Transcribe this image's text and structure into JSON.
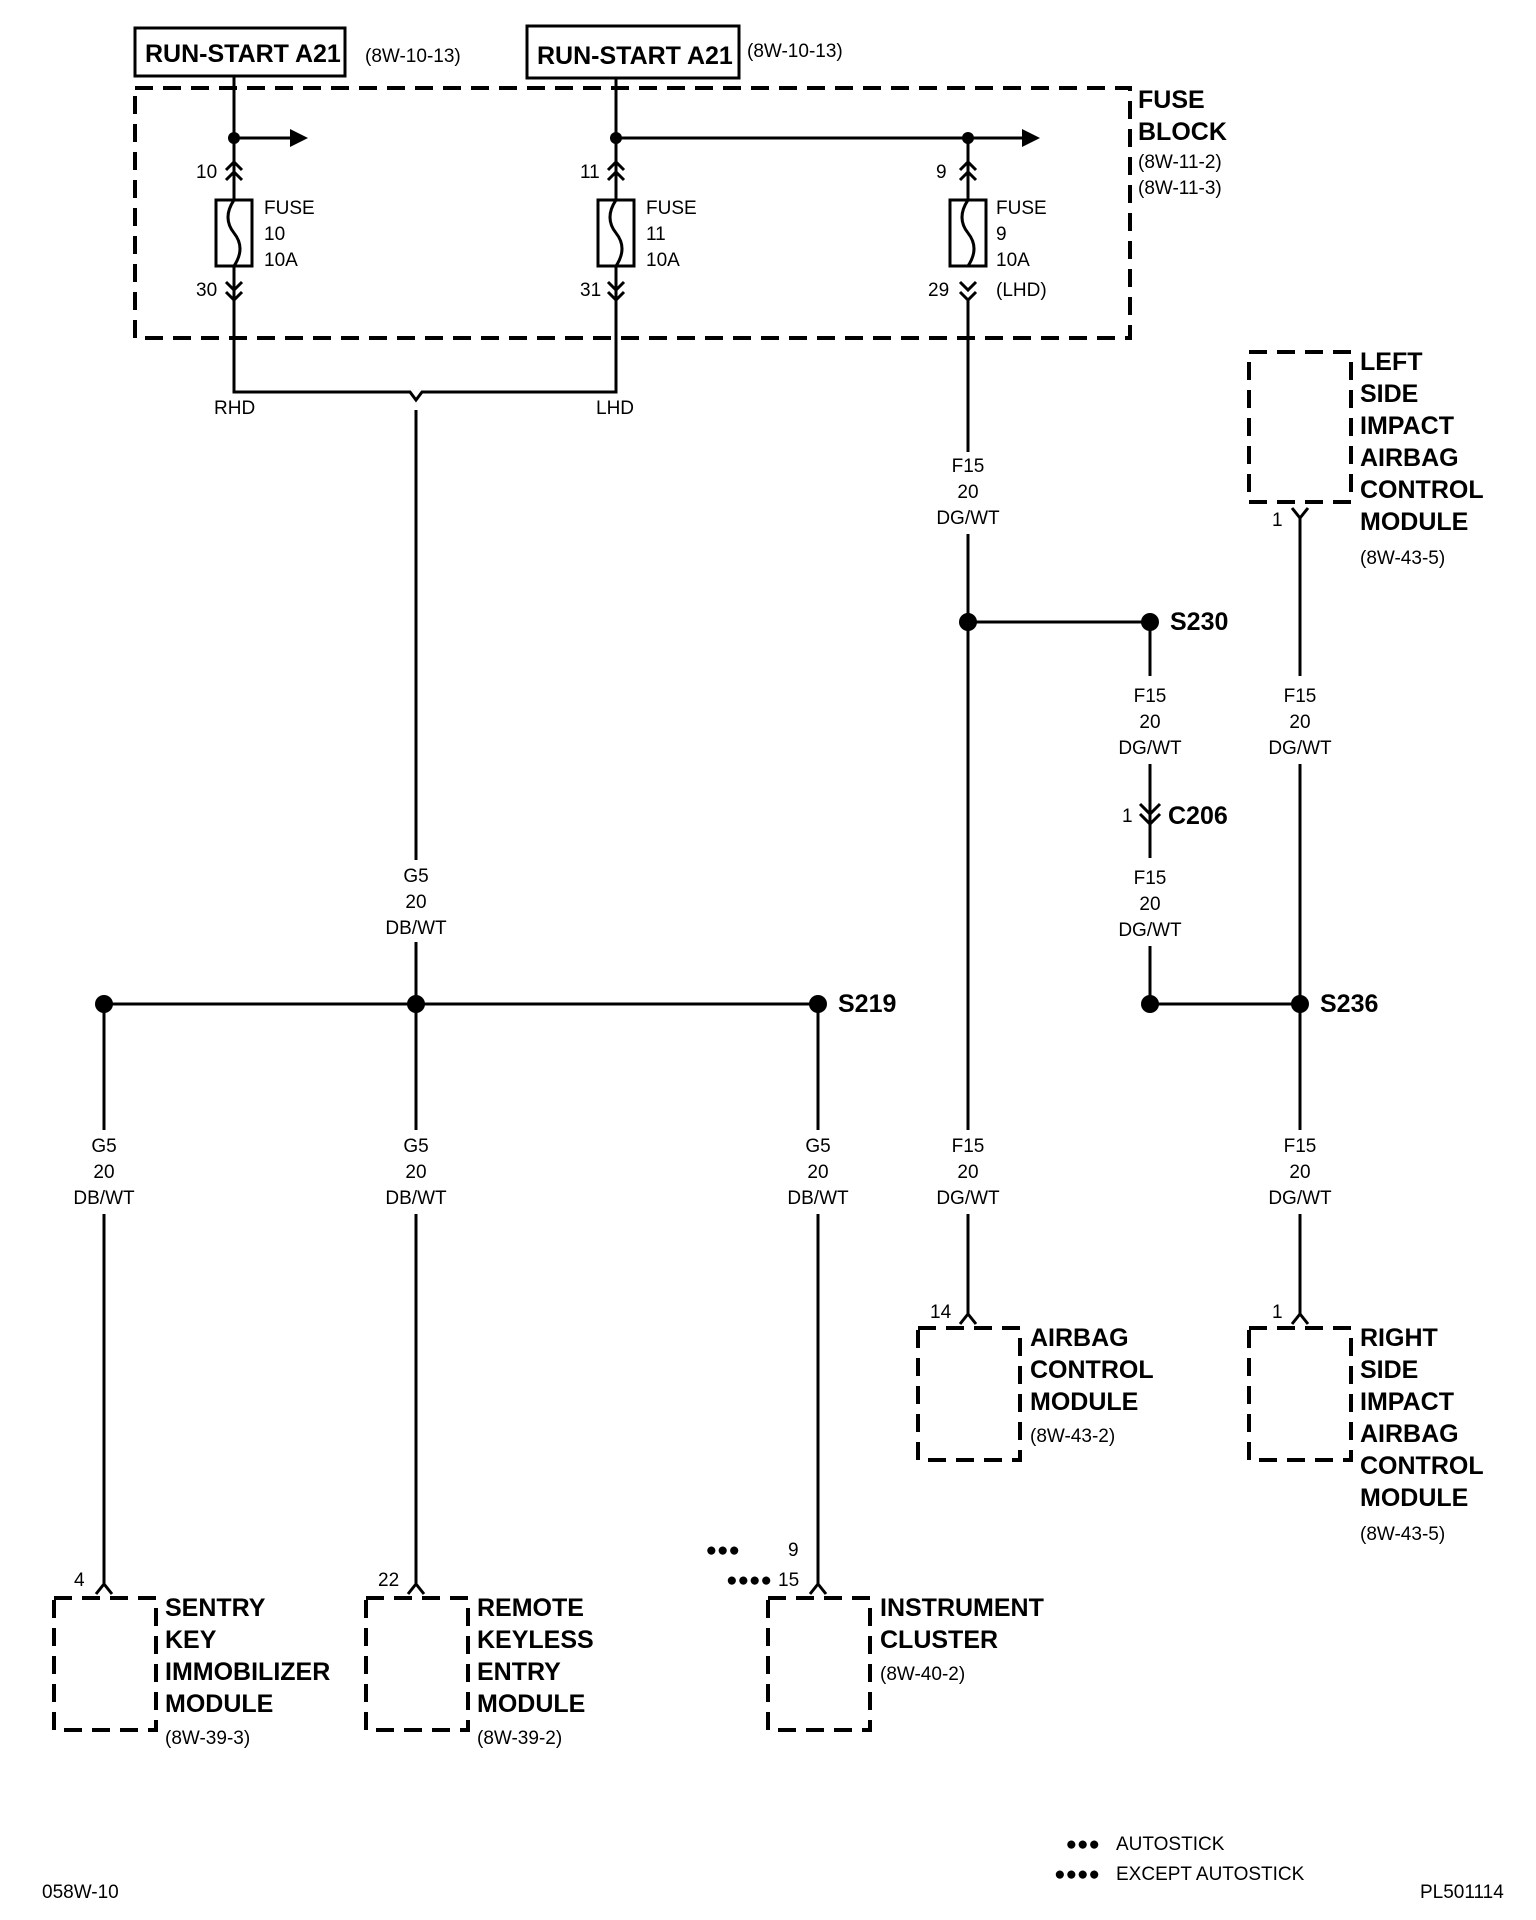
{
  "sources": [
    {
      "label": "RUN-START A21",
      "ref": "(8W-10-13)"
    },
    {
      "label": "RUN-START A21",
      "ref": "(8W-10-13)"
    }
  ],
  "fuse_block": {
    "title_lines": [
      "FUSE",
      "BLOCK"
    ],
    "refs": [
      "(8W-11-2)",
      "(8W-11-3)"
    ]
  },
  "fuses": [
    {
      "lines": [
        "FUSE",
        "10",
        "10A"
      ],
      "pin_in": "10",
      "pin_out": "30"
    },
    {
      "lines": [
        "FUSE",
        "11",
        "10A"
      ],
      "pin_in": "11",
      "pin_out": "31"
    },
    {
      "lines": [
        "FUSE",
        "9",
        "10A",
        "(LHD)"
      ],
      "pin_in": "9",
      "pin_out": "29"
    }
  ],
  "option_labels": {
    "rhd": "RHD",
    "lhd": "LHD"
  },
  "wires": {
    "g5": [
      "G5",
      "20",
      "DB/WT"
    ],
    "f15": [
      "F15",
      "20",
      "DG/WT"
    ]
  },
  "splices": {
    "s219": "S219",
    "s230": "S230",
    "s236": "S236"
  },
  "connector": {
    "name": "C206",
    "pin": "1"
  },
  "modules": {
    "sentry": {
      "lines": [
        "SENTRY",
        "KEY",
        "IMMOBILIZER",
        "MODULE"
      ],
      "ref": "(8W-39-3)",
      "pin": "4"
    },
    "rke": {
      "lines": [
        "REMOTE",
        "KEYLESS",
        "ENTRY",
        "MODULE"
      ],
      "ref": "(8W-39-2)",
      "pin": "22"
    },
    "cluster": {
      "lines": [
        "INSTRUMENT",
        "CLUSTER"
      ],
      "ref": "(8W-40-2)",
      "pin_a": "9",
      "pin_b": "15"
    },
    "airbag": {
      "lines": [
        "AIRBAG",
        "CONTROL",
        "MODULE"
      ],
      "ref": "(8W-43-2)",
      "pin": "14"
    },
    "left_side": {
      "lines": [
        "LEFT",
        "SIDE",
        "IMPACT",
        "AIRBAG",
        "CONTROL",
        "MODULE"
      ],
      "ref": "(8W-43-5)",
      "pin": "1"
    },
    "right_side": {
      "lines": [
        "RIGHT",
        "SIDE",
        "IMPACT",
        "AIRBAG",
        "CONTROL",
        "MODULE"
      ],
      "ref": "(8W-43-5)",
      "pin": "1"
    }
  },
  "legend": [
    {
      "dots": "●●●",
      "text": "AUTOSTICK"
    },
    {
      "dots": "●●●●",
      "text": "EXCEPT AUTOSTICK"
    }
  ],
  "footer": {
    "left": "058W-10",
    "right": "PL501114"
  }
}
